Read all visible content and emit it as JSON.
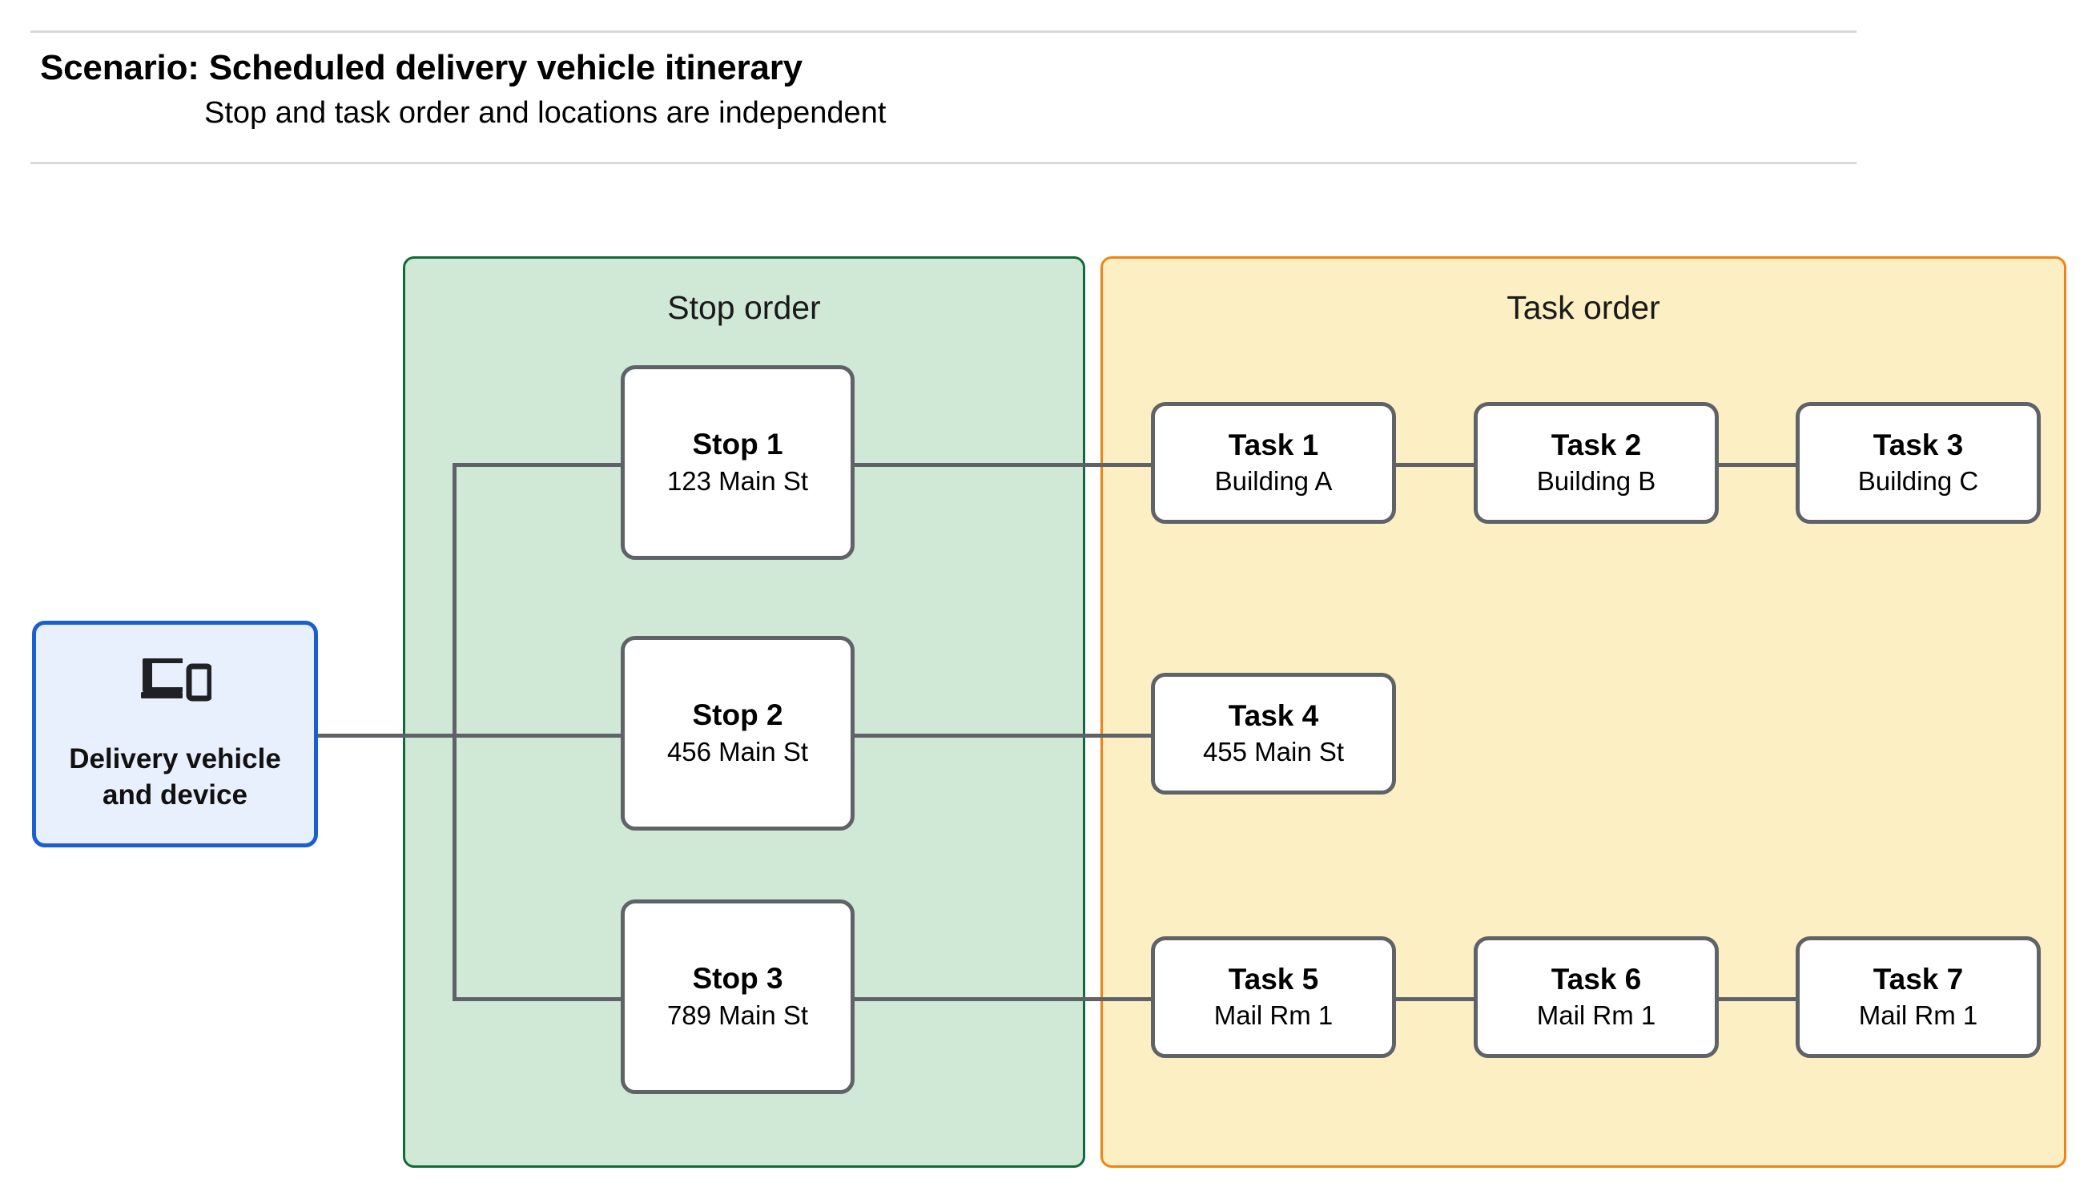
{
  "header": {
    "title": "Scenario: Scheduled delivery vehicle itinerary",
    "subtitle": "Stop and task order and locations are independent"
  },
  "vehicle": {
    "label": "Delivery vehicle\nand device",
    "icon": "devices-icon",
    "border_color": "#1a5fd0",
    "fill_color": "#e8f0fe"
  },
  "stop_panel": {
    "title": "Stop order",
    "border_color": "#13693a",
    "fill_color": "#d0e8d6",
    "nodes": [
      {
        "title": "Stop 1",
        "sub": "123 Main St"
      },
      {
        "title": "Stop 2",
        "sub": "456 Main St"
      },
      {
        "title": "Stop 3",
        "sub": "789 Main St"
      }
    ]
  },
  "task_panel": {
    "title": "Task order",
    "border_color": "#ef8415",
    "fill_color": "#fcefc3",
    "rows": [
      {
        "nodes": [
          {
            "title": "Task 1",
            "sub": "Building A"
          },
          {
            "title": "Task 2",
            "sub": "Building B"
          },
          {
            "title": "Task 3",
            "sub": "Building C"
          }
        ]
      },
      {
        "nodes": [
          {
            "title": "Task 4",
            "sub": "455 Main St"
          }
        ]
      },
      {
        "nodes": [
          {
            "title": "Task 5",
            "sub": "Mail Rm 1"
          },
          {
            "title": "Task 6",
            "sub": "Mail Rm 1"
          },
          {
            "title": "Task 7",
            "sub": "Mail Rm 1"
          }
        ]
      }
    ]
  },
  "connector_color": "#5f6368",
  "rule_color": "#d9d9d9"
}
